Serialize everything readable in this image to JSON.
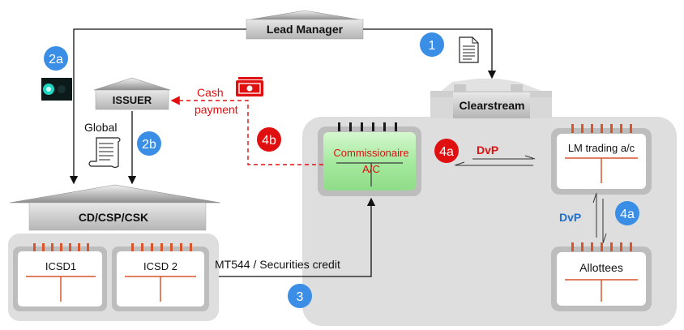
{
  "entities": {
    "lead_manager": "Lead Manager",
    "clearstream": "Clearstream",
    "issuer": "ISSUER",
    "cd_csp_csk": "CD/CSP/CSK",
    "icsd1": "ICSD1",
    "icsd2": "ICSD 2",
    "commissionaire_line1": "Commissionaire",
    "commissionaire_line2": "A/C",
    "lm_trading": "LM trading a/c",
    "allottees": "Allottees"
  },
  "steps": {
    "s1": "1",
    "s2a": "2a",
    "s2b": "2b",
    "s3": "3",
    "s4a_left": "4a",
    "s4a_right": "4a",
    "s4b": "4b"
  },
  "labels": {
    "global": "Global",
    "cash": "Cash",
    "payment": "payment",
    "dvp_horizontal": "DvP",
    "dvp_vertical": "DvP",
    "mt544": "MT544 / Securities credit"
  },
  "colors": {
    "step_blue": "#3b8ee6",
    "step_red": "#e01010",
    "dvp_red": "#dd1111",
    "dvp_blue": "#1f6fd0",
    "cash_red": "#e01010",
    "clearstream_bg": "#dedede",
    "commissionaire_green": "#a6eaa0"
  },
  "icons": {
    "document": "document-icon",
    "traffic_light": "traffic-light-icon",
    "money": "cash-icon",
    "scroll": "global-note-scroll-icon"
  }
}
